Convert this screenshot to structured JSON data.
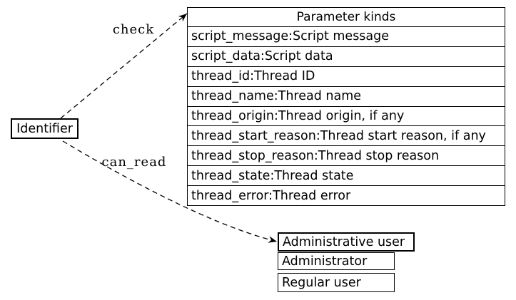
{
  "nodes": {
    "identifier": {
      "label": "Identifier"
    },
    "parameter_kinds": {
      "title": "Parameter kinds",
      "rows": [
        "script_message:Script message",
        "script_data:Script data",
        "thread_id:Thread ID",
        "thread_name:Thread name",
        "thread_origin:Thread origin, if any",
        "thread_start_reason:Thread start reason, if any",
        "thread_stop_reason:Thread stop reason",
        "thread_state:Thread state",
        "thread_error:Thread error"
      ]
    },
    "user_kinds": {
      "rows": [
        "Administrative user",
        "Administrator",
        "Regular user"
      ]
    }
  },
  "edges": {
    "check": {
      "label": "check",
      "from": "Identifier",
      "to": "Parameter kinds",
      "style": "dashed"
    },
    "can_read": {
      "label": "can_read",
      "from": "Identifier",
      "to": "Administrative user",
      "style": "dashed"
    }
  },
  "colors": {
    "background": "#ffffff",
    "line": "#000000",
    "text": "#000000"
  }
}
